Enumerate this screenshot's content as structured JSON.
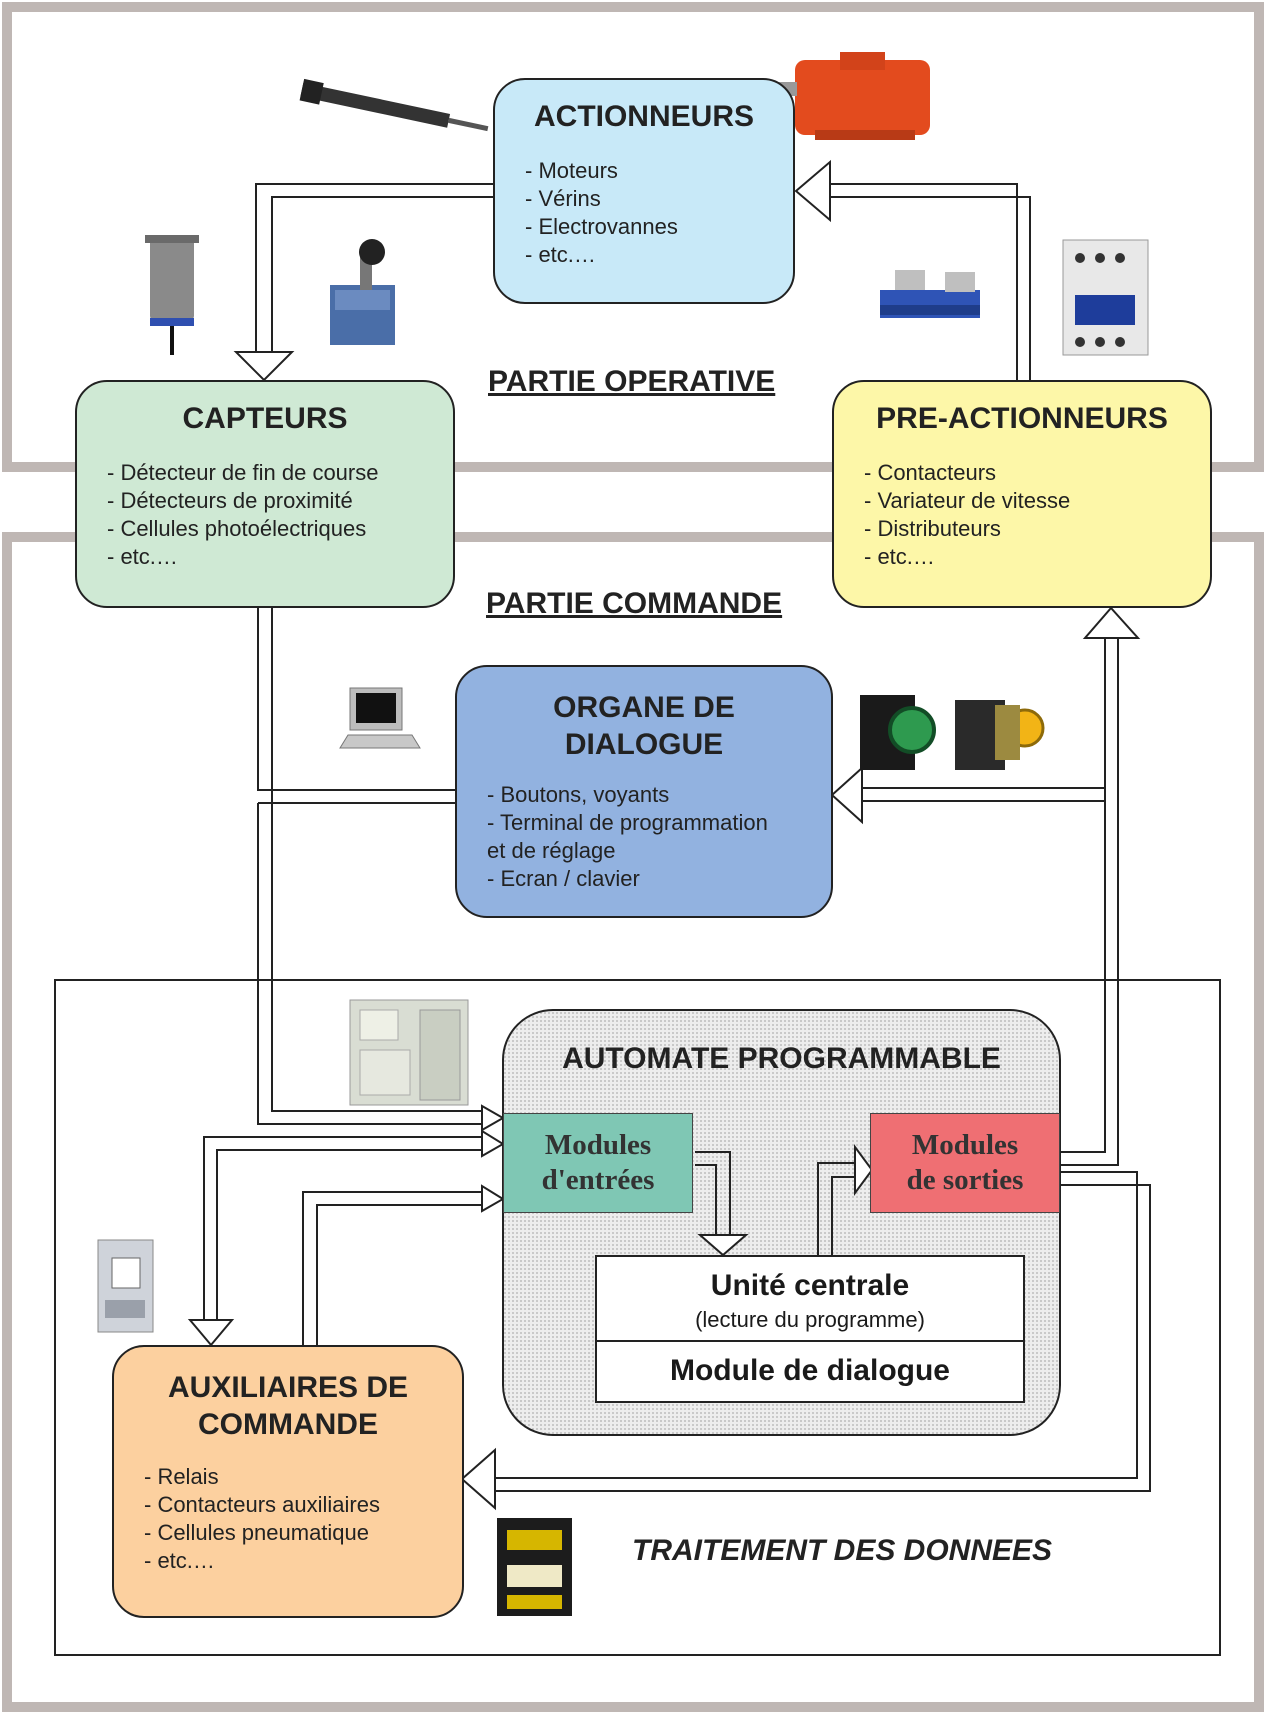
{
  "diagram": {
    "sections": {
      "operative_label": "PARTIE OPERATIVE",
      "commande_label": "PARTIE COMMANDE",
      "traitement_label": "TRAITEMENT DES DONNEES"
    },
    "actionneurs": {
      "title": "ACTIONNEURS",
      "items": [
        "- Moteurs",
        "- Vérins",
        "- Electrovannes",
        "- etc.…"
      ],
      "color": "#c8e9f8"
    },
    "capteurs": {
      "title": "CAPTEURS",
      "items": [
        "- Détecteur de fin de course",
        "- Détecteurs de proximité",
        "- Cellules photoélectriques",
        "- etc.…"
      ],
      "color": "#cfe9d4"
    },
    "pre_actionneurs": {
      "title": "PRE-ACTIONNEURS",
      "items": [
        "- Contacteurs",
        "- Variateur de vitesse",
        "- Distributeurs",
        "- etc.…"
      ],
      "color": "#fdf7a8"
    },
    "organe_dialogue": {
      "title_line1": "ORGANE DE",
      "title_line2": "DIALOGUE",
      "items": [
        "- Boutons, voyants",
        "- Terminal de programmation",
        "et de réglage",
        "- Ecran / clavier"
      ],
      "color": "#92b2e0"
    },
    "automate": {
      "title": "AUTOMATE PROGRAMMABLE",
      "modules_entrees_line1": "Modules",
      "modules_entrees_line2": "d'entrées",
      "modules_sorties_line1": "Modules",
      "modules_sorties_line2": "de sorties",
      "unite_centrale": "Unité centrale",
      "unite_centrale_sub": "(lecture du programme)",
      "module_dialogue": "Module de dialogue",
      "entrees_color": "#7fc7b4",
      "sorties_color": "#ef6f73"
    },
    "auxiliaires": {
      "title_line1": "AUXILIAIRES DE",
      "title_line2": "COMMANDE",
      "items": [
        "- Relais",
        "- Contacteurs auxiliaires",
        "- Cellules pneumatique",
        "- etc.…"
      ],
      "color": "#fcd09f"
    },
    "images": [
      "verin-image",
      "moteur-image",
      "capteur-proximite-image",
      "fin-de-course-image",
      "distributeur-image",
      "contacteur-image",
      "terminal-image",
      "boutons-image",
      "automate-image",
      "relais-image",
      "contacteur-auxiliaire-image"
    ]
  }
}
